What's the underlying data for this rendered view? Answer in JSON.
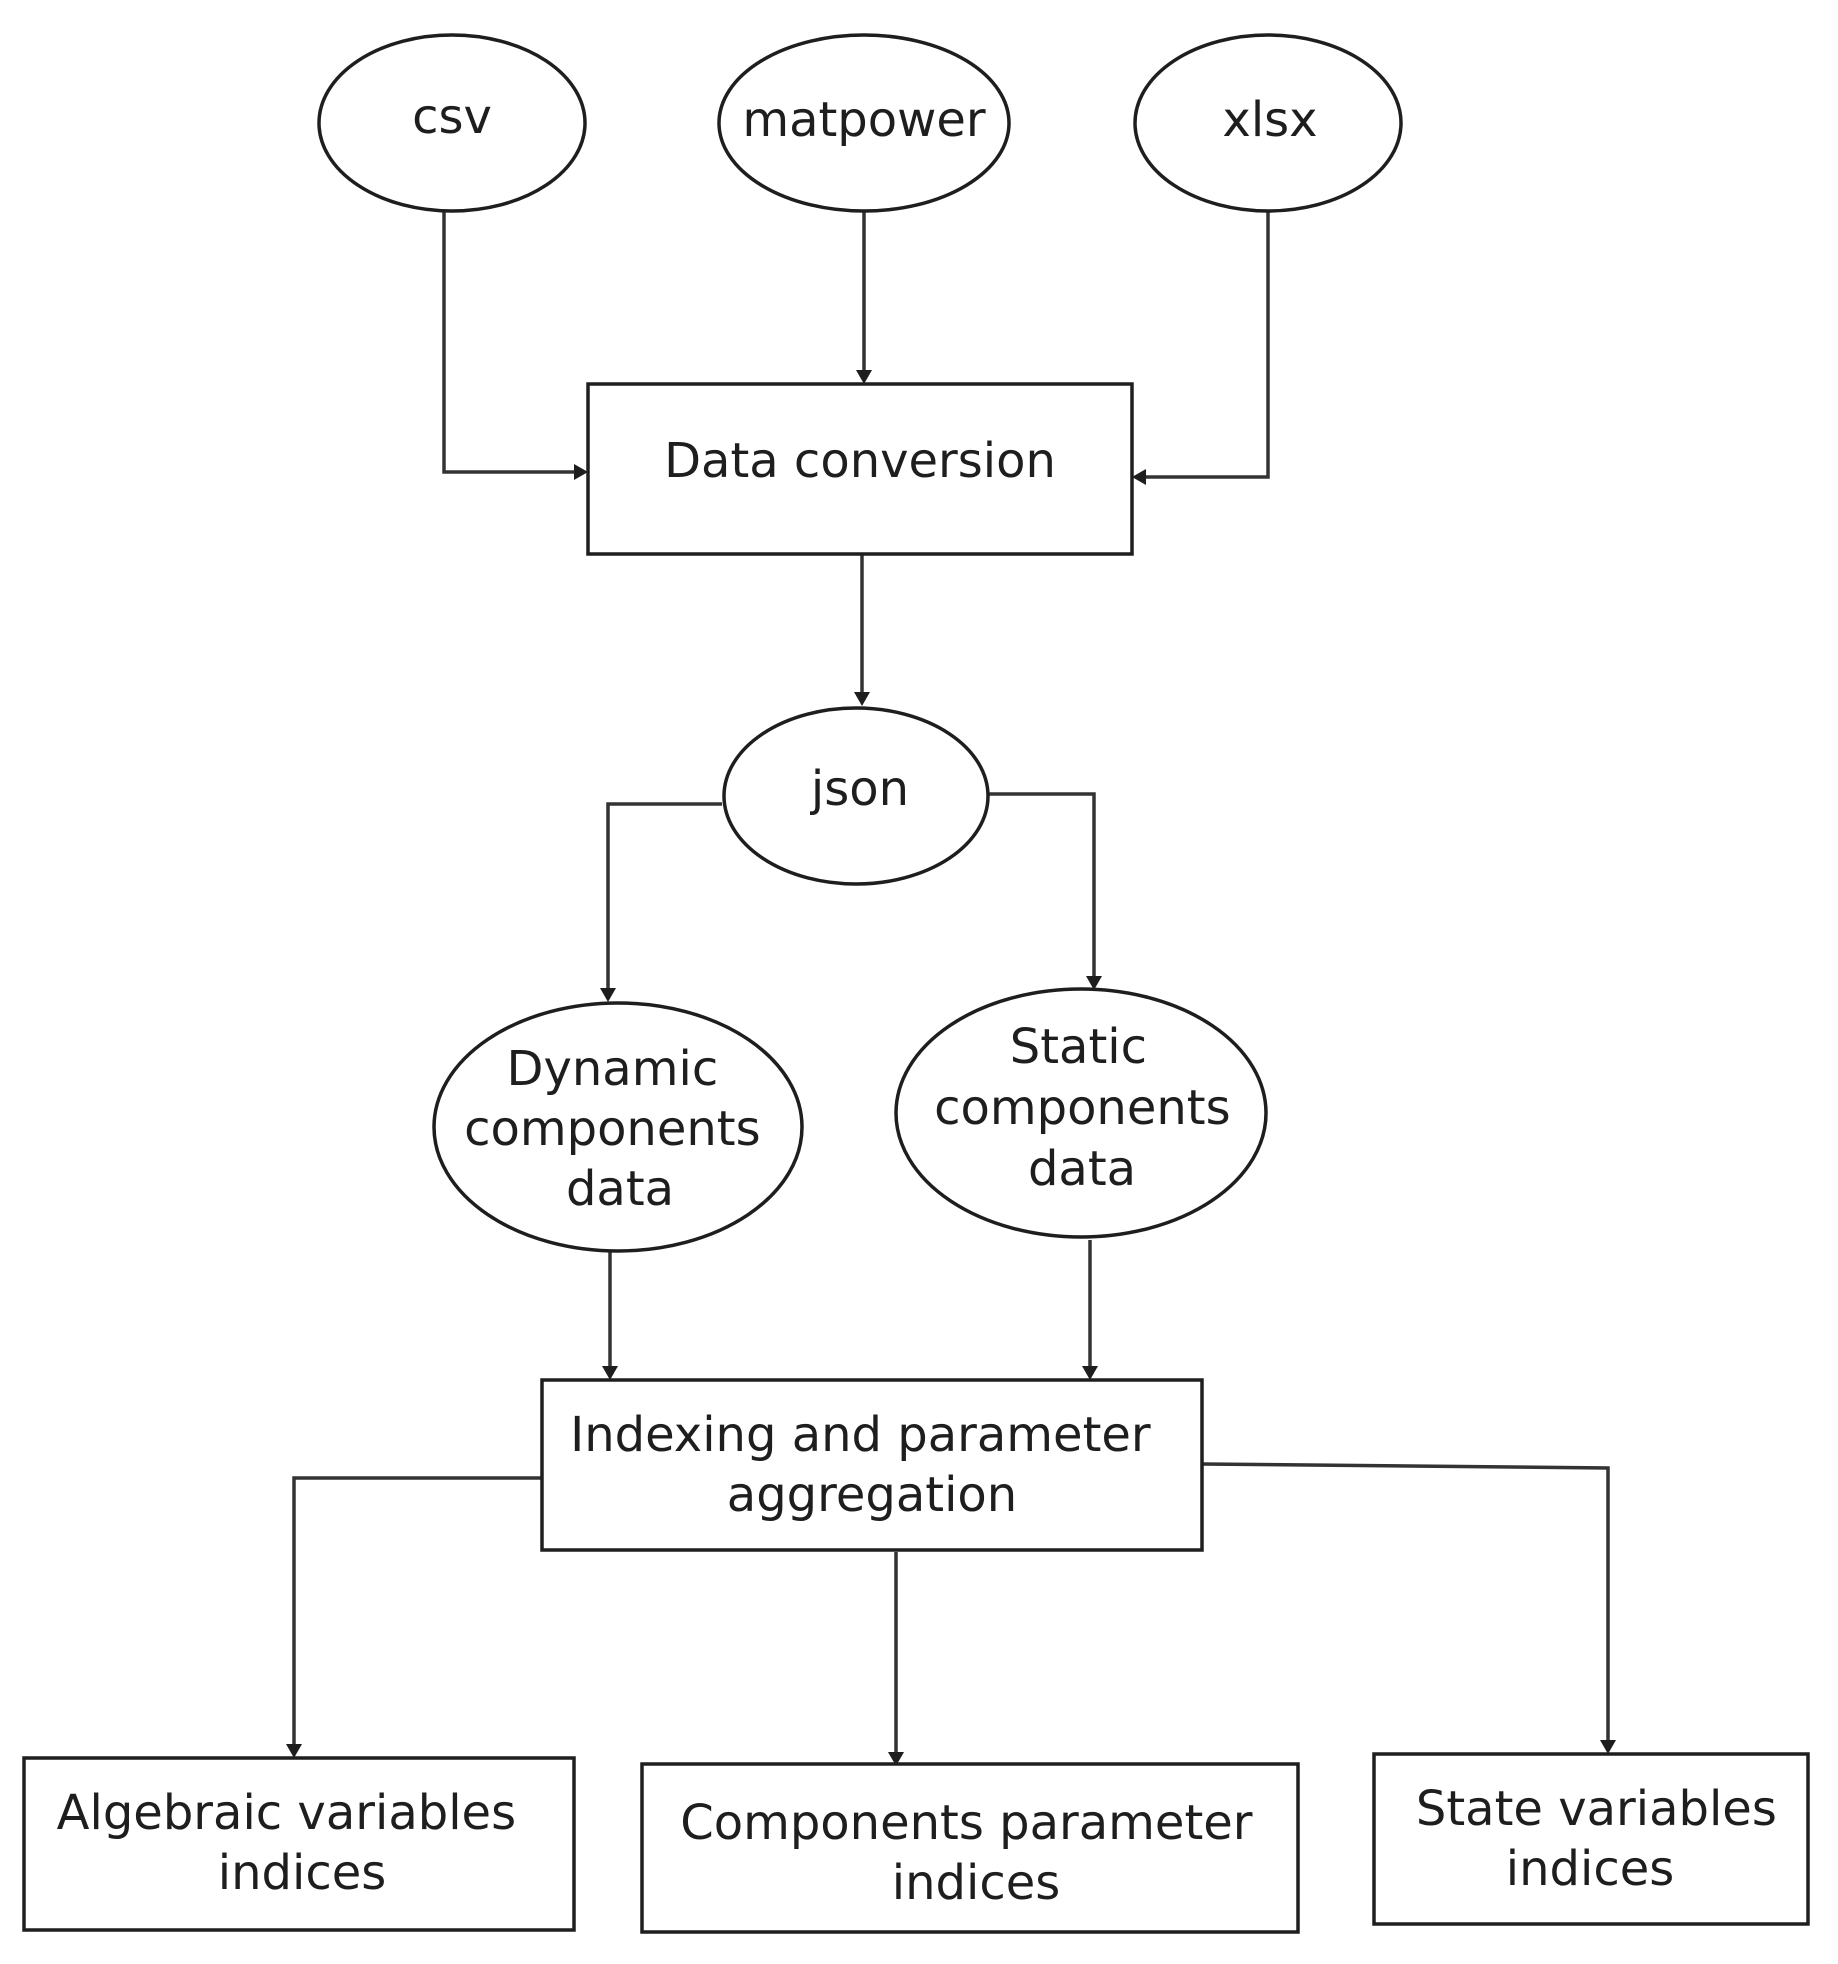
{
  "diagram": {
    "nodes": {
      "csv": {
        "label": [
          "csv"
        ]
      },
      "matpower": {
        "label": [
          "matpower"
        ]
      },
      "xlsx": {
        "label": [
          "xlsx"
        ]
      },
      "data_conversion": {
        "label": [
          "Data conversion"
        ]
      },
      "json": {
        "label": [
          "json"
        ]
      },
      "dynamic": {
        "label": [
          "Dynamic",
          "components",
          "data"
        ]
      },
      "static": {
        "label": [
          "Static",
          "components",
          "data"
        ]
      },
      "indexing": {
        "label": [
          "Indexing and parameter",
          "aggregation"
        ]
      },
      "algebraic": {
        "label": [
          "Algebraic variables",
          "indices"
        ]
      },
      "components_param": {
        "label": [
          "Components parameter",
          "indices"
        ]
      },
      "state": {
        "label": [
          "State variables",
          "indices"
        ]
      }
    },
    "edges": [
      {
        "from": "csv",
        "to": "data_conversion"
      },
      {
        "from": "matpower",
        "to": "data_conversion"
      },
      {
        "from": "xlsx",
        "to": "data_conversion"
      },
      {
        "from": "data_conversion",
        "to": "json"
      },
      {
        "from": "json",
        "to": "dynamic"
      },
      {
        "from": "json",
        "to": "static"
      },
      {
        "from": "dynamic",
        "to": "indexing"
      },
      {
        "from": "static",
        "to": "indexing"
      },
      {
        "from": "indexing",
        "to": "algebraic"
      },
      {
        "from": "indexing",
        "to": "components_param"
      },
      {
        "from": "indexing",
        "to": "state"
      }
    ]
  }
}
